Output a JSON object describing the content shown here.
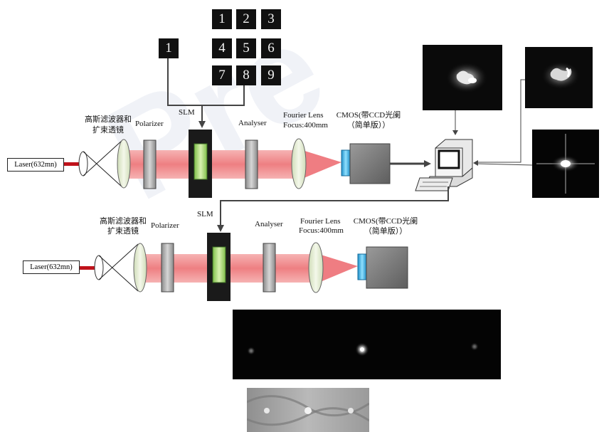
{
  "tiles": {
    "single": "1",
    "grid": [
      "1",
      "2",
      "3",
      "4",
      "5",
      "6",
      "7",
      "8",
      "9"
    ]
  },
  "top_row": {
    "laser": "Laser(632mn)",
    "filter_line1": "高斯滤波器和",
    "filter_line2": "扩束透镜",
    "polarizer": "Polarizer",
    "slm": "SLM",
    "analyser": "Analyser",
    "lens_line1": "Fourier Lens",
    "lens_line2": "Focus:400mm",
    "cmos_line1": "CMOS(带CCD光阑",
    "cmos_line2": "（简单版））"
  },
  "bottom_row": {
    "laser": "Laser(632mn)",
    "filter_line1": "高斯滤波器和",
    "filter_line2": "扩束透镜",
    "polarizer": "Polarizer",
    "slm": "SLM",
    "analyser": "Analyser",
    "lens_line1": "Fourier Lens",
    "lens_line2": "Focus:400mm",
    "cmos_line1": "CMOS(带CCD光阑",
    "cmos_line2": "（简单版））"
  },
  "colors": {
    "beam": "#f08a8a",
    "slm_body": "#1a1a1a",
    "slm_panel": "#9ed56a",
    "lens": "#e2ecd2",
    "camera": "#7a7a7a",
    "sensor": "#3fb7e6",
    "laser_rod": "#c0121b"
  }
}
